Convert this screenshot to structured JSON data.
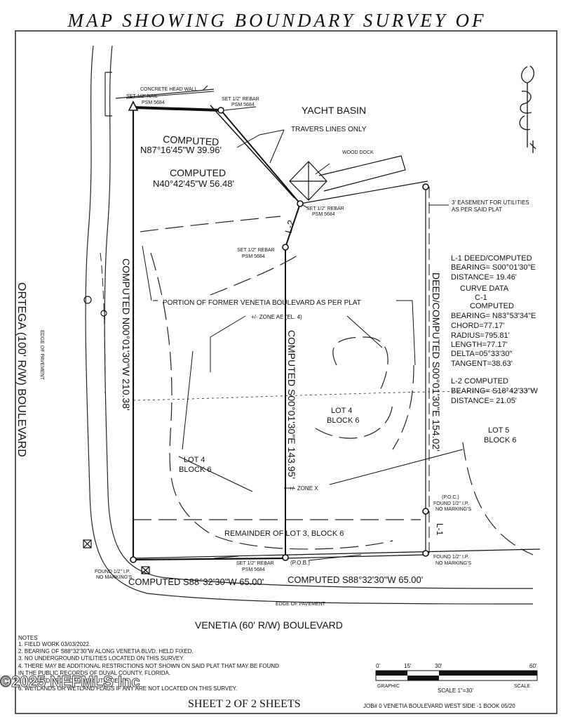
{
  "title": "MAP SHOWING BOUNDARY SURVEY OF",
  "labels": {
    "yacht_basin": "YACHT BASIN",
    "concrete_head_wall": "CONCRETE HEAD WALL",
    "set_nail": "SET 1/2\" NAIL",
    "psm": "PSM 5684",
    "set_rebar": "SET 1/2\" REBAR",
    "travers": "TRAVERS LINES ONLY",
    "wood_dock": "WOOD DOCK",
    "easement_1": "3' EASEMENT FOR UTILITIES",
    "easement_2": "AS PER SAID PLAT",
    "computed": "COMPUTED",
    "n87": "N87°16'45\"W 39.96'",
    "n40": "N40°42'45\"W 56.48'",
    "l2": "L-2",
    "l1": "L-1",
    "portion": "PORTION OF FORMER VENETIA BOULEVARD AS PER PLAT",
    "zone_ae": "+/- ZONE AE (EL. 4)",
    "zone_x": "+/- ZONE X",
    "left_bearing": "COMPUTED N00°01'30\"W 210.38'",
    "center_bearing": "COMPUTED S00°01'30\"E 143.95'",
    "right_bearing": "DEED/COMPUTED S00°01'30\"E 154.02'",
    "lot4": "LOT 4",
    "block6": "BLOCK 6",
    "lot5": "LOT 5",
    "remainder": "REMAINDER OF LOT 3, BLOCK 6",
    "pob": "(P.O.B.)",
    "poc": "(P.O.C.)",
    "found_ip": "FOUND 1/2\" I.P.",
    "no_markings": "NO MARKING'S",
    "bottom_left_bearing": "COMPUTED S88°32'30\"W 65.00'",
    "bottom_right_bearing": "COMPUTED S88°32'30\"W 65.00'",
    "edge_pavement": "EDGE OF PAVEMENT",
    "ortega": "ORTEGA (100' R/W) BOULEVARD",
    "venetia": "VENETIA (60' R/W) BOULEVARD",
    "sheet": "SHEET 2 OF 2 SHEETS",
    "job": "JOB# 0 VENETIA BOULEVARD WEST SIDE -1    BOOK 05/20",
    "watermark": "©2025 NEFMLS Inc"
  },
  "curve_table": [
    "L-1 DEED/COMPUTED",
    "BEARING= S00°01'30\"E",
    "DISTANCE= 19.46'",
    "CURVE DATA",
    "C-1",
    "COMPUTED",
    "BEARING= N83°53'34\"E",
    "CHORD=77.17'",
    "RADIUS=795.81'",
    "LENGTH=77.17'",
    "DELTA=05°33'30\"",
    "TANGENT=38.63'",
    "L-2 COMPUTED",
    "BEARING= S18°42'33\"W",
    "DISTANCE= 21.05'"
  ],
  "notes": [
    "NOTES",
    "1. FIELD WORK 03/03/2022.",
    "2. BEARING OF S88°32'30\"W ALONG  VENETIA BLVD. HELD FIXED.",
    "3. NO UNDERGROUND UTILITIES LOCATED ON THIS SURVEY.",
    "4. THERE MAY BE ADDITIONAL RESTRICTIONS NOT SHOWN ON SAID PLAT THAT MAY BE FOUND",
    "    IN THE PUBLIC RECORDS OF DUVAL COUNTY, FLORIDA.",
    "5. NO DEED PROVIDED FOR UTILITIES.",
    "6. WETLANDS OR WETLAND FLAGS IF ANY ARE NOT LOCATED ON THIS SURVEY."
  ],
  "scale": {
    "ticks": [
      "0'",
      "15'",
      "30'",
      "60'"
    ],
    "graphic": "GRAPHIC",
    "scale_word": "SCALE",
    "ratio": "SCALE 1\"=30'"
  }
}
